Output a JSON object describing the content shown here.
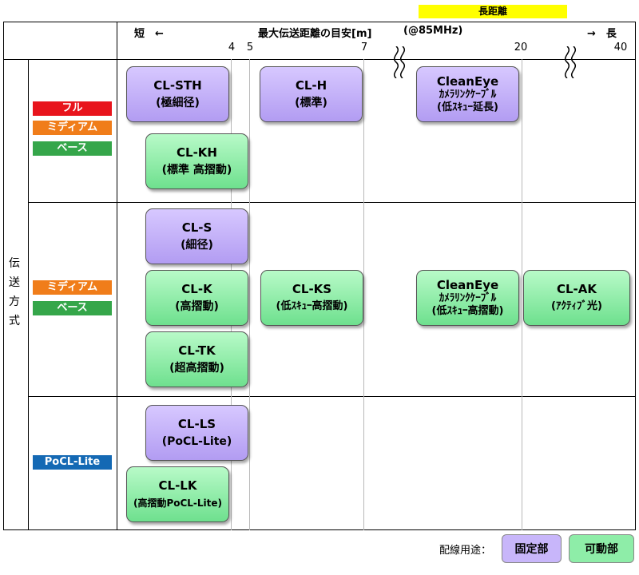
{
  "header": {
    "long_distance_label": "長距離",
    "short_label": "短　←",
    "title": "最大伝送距離の目安[m]",
    "freq": "(@85MHz)",
    "long_label": "→　長",
    "ticks": [
      "4",
      "5",
      "7",
      "20",
      "40"
    ]
  },
  "side": {
    "transmission_label": [
      "伝",
      "送",
      "方",
      "式"
    ]
  },
  "badges": {
    "full": "フル",
    "medium": "ミディアム",
    "base": "ベース",
    "pocl": "PoCL-Lite"
  },
  "cables": {
    "cl_sth": [
      "CL-STH",
      "(極細径)"
    ],
    "cl_h": [
      "CL-H",
      "(標準)"
    ],
    "cleaneye_1": [
      "CleanEye",
      "ｶﾒﾗﾘﾝｸｹｰﾌﾞﾙ",
      "(低ｽｷｭｰ延長)"
    ],
    "cl_kh": [
      "CL-KH",
      "(標準 高摺動)"
    ],
    "cl_s": [
      "CL-S",
      "(細径)"
    ],
    "cl_k": [
      "CL-K",
      "(高摺動)"
    ],
    "cl_ks": [
      "CL-KS",
      "(低ｽｷｭｰ高摺動)"
    ],
    "cleaneye_2": [
      "CleanEye",
      "ｶﾒﾗﾘﾝｸｹｰﾌﾞﾙ",
      "(低ｽｷｭｰ高摺動)"
    ],
    "cl_ak": [
      "CL-AK",
      "(ｱｸﾃｨﾌﾞ光)"
    ],
    "cl_tk": [
      "CL-TK",
      "(超高摺動)"
    ],
    "cl_ls": [
      "CL-LS",
      "(PoCL-Lite)"
    ],
    "cl_lk": [
      "CL-LK",
      "(高摺動PoCL-Lite)"
    ]
  },
  "legend": {
    "label": "配線用途：",
    "fixed": "固定部",
    "movable": "可動部"
  },
  "colors": {
    "full": "#e8141c",
    "medium": "#f07d1a",
    "base": "#35a64a",
    "pocl": "#1469b4",
    "highlight": "#ffff00",
    "fixed_fill": "#c8b6fa",
    "movable_fill": "#8eeda8"
  }
}
